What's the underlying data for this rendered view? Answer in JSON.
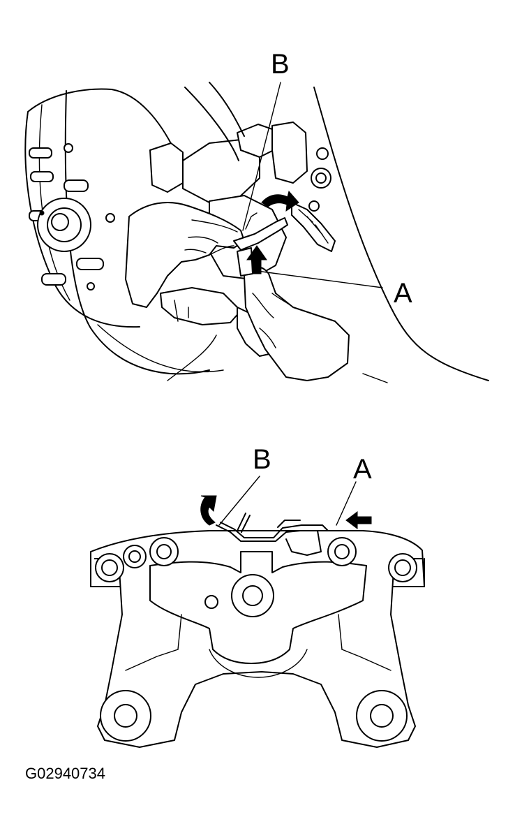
{
  "top_view": {
    "callout_a": "A",
    "callout_b": "B"
  },
  "bottom_view": {
    "callout_a": "A",
    "callout_b": "B"
  },
  "figure_code": "G02940734"
}
